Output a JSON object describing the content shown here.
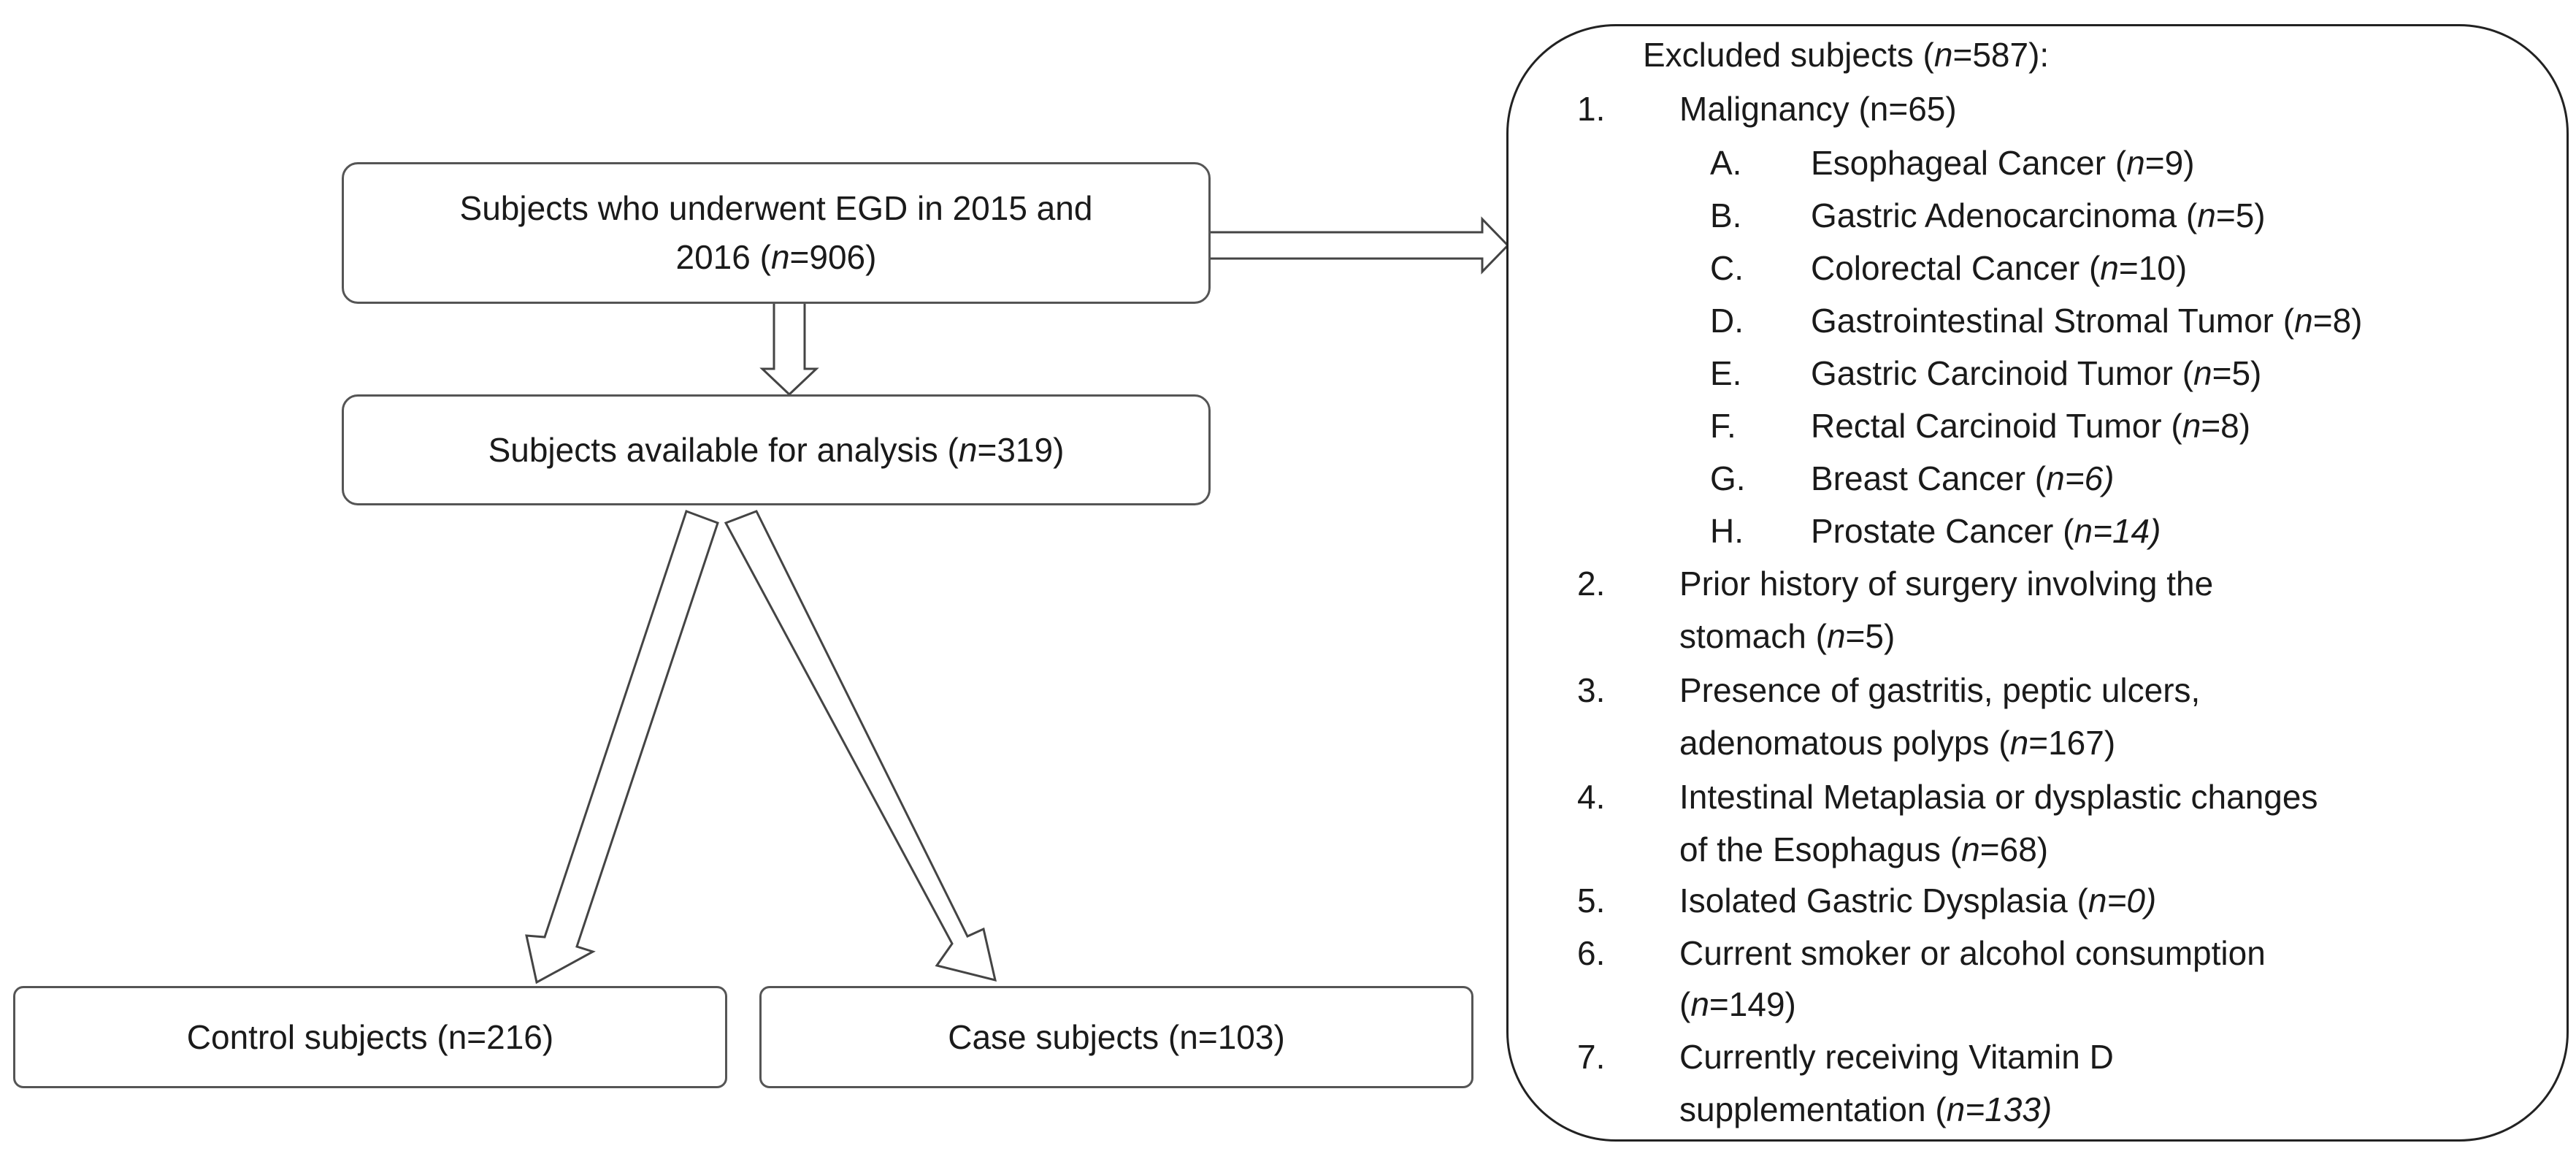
{
  "top_box": {
    "line1": "Subjects who underwent  EGD in 2015 and",
    "line2_pre": "2016 (",
    "n": "n",
    "line2_post": "=906)"
  },
  "analysis_box": {
    "pre": "Subjects available for analysis  (",
    "n": "n",
    "post": "=319)"
  },
  "control_box": {
    "label": "Control subjects (n=216)"
  },
  "case_box": {
    "label": "Case subjects (n=103)"
  },
  "excluded": {
    "title_pre": "Excluded subjects (",
    "title_n": "n",
    "title_post": "=587):",
    "items": [
      {
        "num": "1.",
        "lines": [
          "Malignancy (n=65)"
        ]
      },
      {
        "num": "2.",
        "lines": [
          "Prior history of surgery involving the",
          "stomach ("
        ],
        "n": "n",
        "post": "=5)"
      },
      {
        "num": "3.",
        "lines": [
          "Presence of gastritis, peptic ulcers,",
          "adenomatous polyps ("
        ],
        "n": "n",
        "post": "=167)"
      },
      {
        "num": "4.",
        "lines": [
          "Intestinal Metaplasia or dysplastic changes",
          "of the Esophagus ("
        ],
        "n": "n",
        "post": "=68)"
      },
      {
        "num": "5.",
        "lines": [
          "Isolated Gastric Dysplasia ("
        ],
        "n": "n",
        "post": "=0)"
      },
      {
        "num": "6.",
        "lines": [
          "Current smoker or alcohol consumption",
          "("
        ],
        "n": "n",
        "post": "=149)"
      },
      {
        "num": "7.",
        "lines": [
          "Currently receiving Vitamin D",
          "supplementation ("
        ],
        "n": "n=133)",
        "post": ""
      }
    ],
    "sub_items": [
      {
        "letter": "A.",
        "pre": "Esophageal Cancer (",
        "n": "n",
        "post": "=9)"
      },
      {
        "letter": "B.",
        "pre": "Gastric Adenocarcinoma  (",
        "n": "n",
        "post": "=5)"
      },
      {
        "letter": "C.",
        "pre": "Colorectal Cancer (",
        "n": "n",
        "post": "=10)"
      },
      {
        "letter": "D.",
        "pre": "Gastrointestinal Stromal Tumor (",
        "n": "n",
        "post": "=8)"
      },
      {
        "letter": "E.",
        "pre": "Gastric Carcinoid Tumor  (",
        "n": "n",
        "post": "=5)"
      },
      {
        "letter": "F.",
        "pre": "Rectal Carcinoid Tumor  (",
        "n": "n",
        "post": "=8)"
      },
      {
        "letter": "G.",
        "pre": "Breast Cancer (",
        "n": "n",
        "post": "=6)"
      },
      {
        "letter": "H.",
        "pre": "Prostate Cancer (",
        "n": "n",
        "post": "=14)"
      }
    ]
  }
}
